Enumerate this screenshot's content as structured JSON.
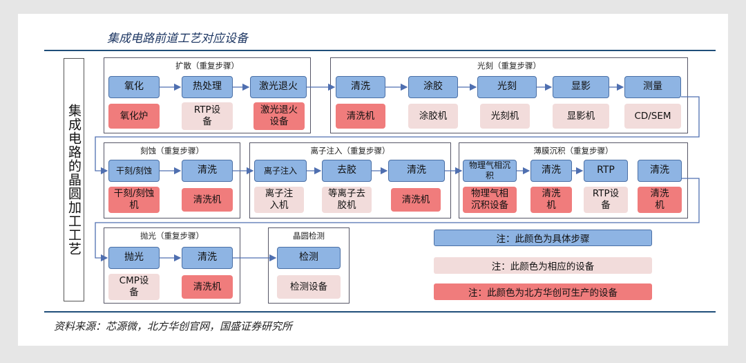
{
  "title": "集成电路前道工艺对应设备",
  "source": "资料来源：芯源微，北方华创官网，国盛证券研究所",
  "vertical_title": "集成电路的晶圆加工工艺",
  "colors": {
    "step": "#8eb4e3",
    "equipment": "#f2dcdb",
    "naura_equipment": "#f07c7c"
  },
  "groups": {
    "diffusion": "扩散（重复步骤）",
    "litho": "光刻（重复步骤）",
    "etch": "刻蚀（重复步骤）",
    "implant": "离子注入（重复步骤）",
    "film": "薄膜沉积（重复步骤）",
    "polish": "抛光（重复步骤）",
    "inspect": "晶圆检测"
  },
  "steps": {
    "oxidation": "氧化",
    "heat": "热处理",
    "laser_anneal": "激光退火",
    "clean": "清洗",
    "coat": "涂胶",
    "expose": "光刻",
    "develop": "显影",
    "measure": "测量",
    "dry_etch": "干刻/刻蚀",
    "implant": "离子注入",
    "strip": "去胶",
    "pvd_cvd": "物理气相沉积",
    "rtp": "RTP",
    "polish": "抛光",
    "inspect": "检测"
  },
  "equipment": {
    "furnace": "氧化炉",
    "rtp": "RTP设备",
    "laser_anneal": "激光退火设备",
    "cleaner": "清洗机",
    "coater": "涂胶机",
    "litho": "光刻机",
    "developer": "显影机",
    "cdsem": "CD/SEM",
    "etcher": "干刻/刻蚀机",
    "implanter": "离子注入机",
    "plasma_strip": "等离子去胶机",
    "deposition": "物理气相沉积设备",
    "cleaner_split": "清洗机",
    "cmp": "CMP设备",
    "inspect": "检测设备"
  },
  "notes": {
    "step": "注：此颜色为具体步骤",
    "equipment": "注：此颜色为相应的设备",
    "naura": "注：此颜色为北方华创可生产的设备"
  }
}
